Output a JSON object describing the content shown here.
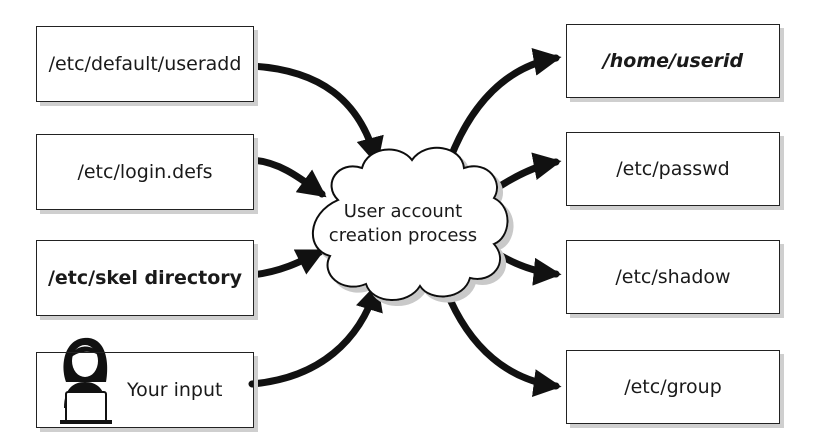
{
  "inputs": {
    "default_useradd": "/etc/default/useradd",
    "login_defs": "/etc/login.defs",
    "skel_directory": "/etc/skel directory",
    "your_input": "Your input"
  },
  "process": {
    "line1": "User account",
    "line2": "creation process"
  },
  "outputs": {
    "home_userid": "/home/userid",
    "passwd": "/etc/passwd",
    "shadow": "/etc/shadow",
    "group": "/etc/group"
  },
  "colors": {
    "stroke": "#111111",
    "box_shadow": "#cfcfcf"
  },
  "icons": {
    "user": "person-at-laptop-icon"
  }
}
